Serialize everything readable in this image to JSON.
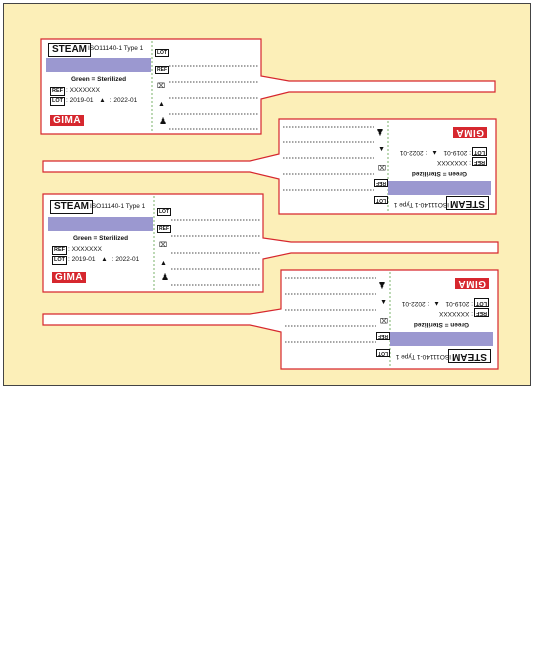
{
  "colors": {
    "sheet": "#fcefb8",
    "outline": "#d6272e",
    "band": "#9b98d0",
    "logo": "#d6272e"
  },
  "label": {
    "steam": "STEAM",
    "standard": "ISO11140-1 Type 1",
    "green_note": "Green = Sterilized",
    "ref_tag": "REF",
    "ref_value": "XXXXXXX",
    "lot_tag": "LOT",
    "lot_date": "2019-01",
    "expiry_date": "2022-01",
    "logo": "GIMA",
    "side_tags": {
      "lot": "LOT",
      "ref": "REF"
    },
    "icons": [
      "expiry-hourglass-icon",
      "calendar-icon",
      "sterile-person-icon",
      "arrow-icon"
    ]
  }
}
